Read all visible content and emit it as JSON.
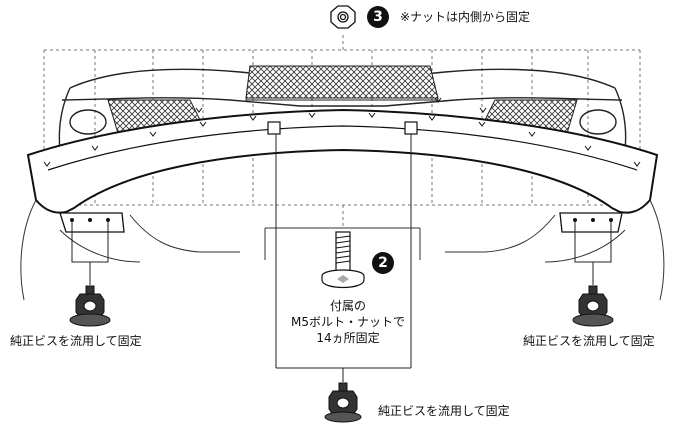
{
  "callouts": {
    "step3": {
      "number": "3",
      "note": "※ナットは内側から固定"
    },
    "step2": {
      "number": "2"
    }
  },
  "kit_label": {
    "lines": [
      "付属の",
      "M5ボルト・ナットで",
      "14ヵ所固定"
    ]
  },
  "labels": {
    "left_screw": "純正ビスを流用して固定",
    "right_screw": "純正ビスを流用して固定",
    "bottom_screw": "純正ビスを流用して固定"
  },
  "icons": [
    "nut-icon",
    "bolt-icon",
    "oem-screw-icon"
  ]
}
